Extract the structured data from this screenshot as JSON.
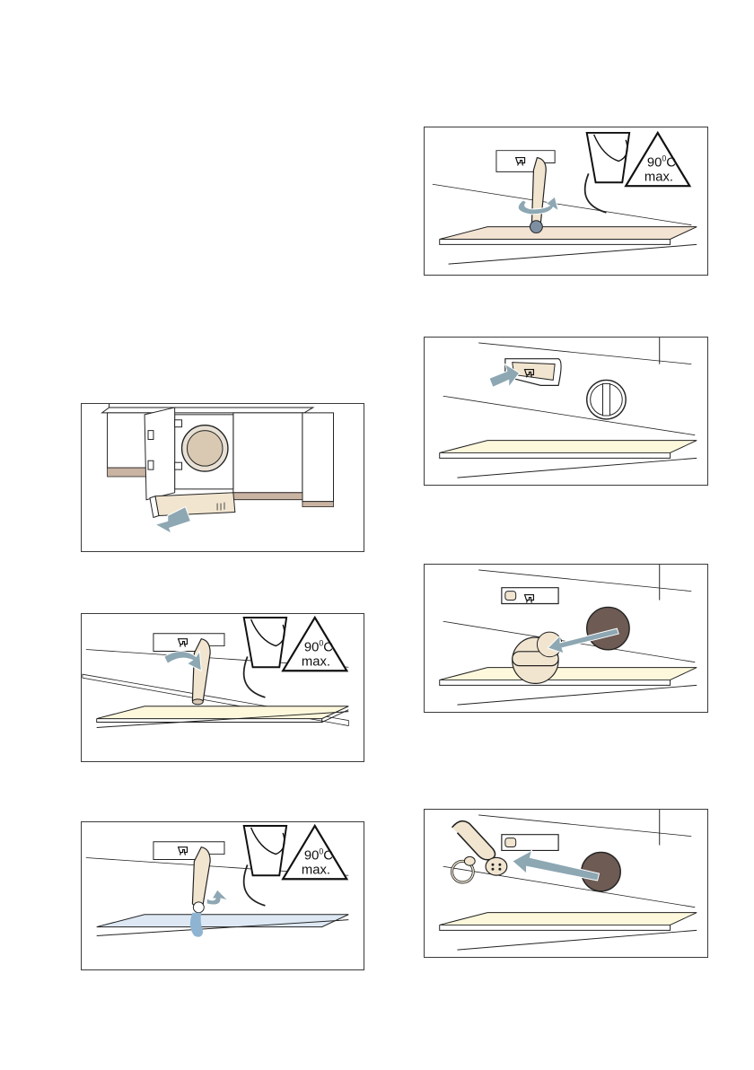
{
  "warning_sign": {
    "temp": "90",
    "degree": "0",
    "unit": "C",
    "line2": "max."
  },
  "colors": {
    "floor_cream": "#fdf8dc",
    "floor_tan": "#f2e3d2",
    "floor_blue": "#dde8f4",
    "water_blue": "#8fb4d2",
    "arrow_steel": "#8da7b3",
    "plinth_brown": "#c9b3a2",
    "hose_beige": "#f1e5d0",
    "outline": "#222222"
  },
  "icons": [
    "open-door-icon",
    "bucket-icon",
    "hot-water-warning-icon",
    "drain-pump-filter-icon",
    "turn-arrow-icon",
    "pull-arrow-icon",
    "push-arrow-icon",
    "paperclip-icon",
    "ring-icon",
    "button-icon"
  ]
}
